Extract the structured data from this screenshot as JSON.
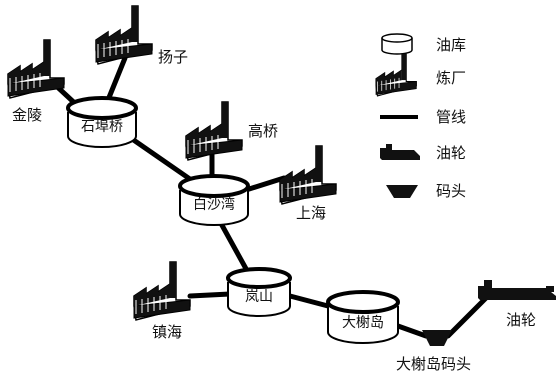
{
  "tanks": {
    "shibuqiao": "石埠桥",
    "baishawan": "白沙湾",
    "lanshan": "岚山",
    "dashudao": "大榭岛"
  },
  "refineries": {
    "jinling": "金陵",
    "yangzi": "扬子",
    "gaoqiao": "高桥",
    "shanghai": "上海",
    "zhenhai": "镇海"
  },
  "wharf": {
    "label": "大榭岛码头"
  },
  "ship": {
    "label": "油轮"
  },
  "legend": {
    "tank": "油库",
    "refinery": "炼厂",
    "pipeline": "管线",
    "tanker": "油轮",
    "wharf": "码头"
  }
}
